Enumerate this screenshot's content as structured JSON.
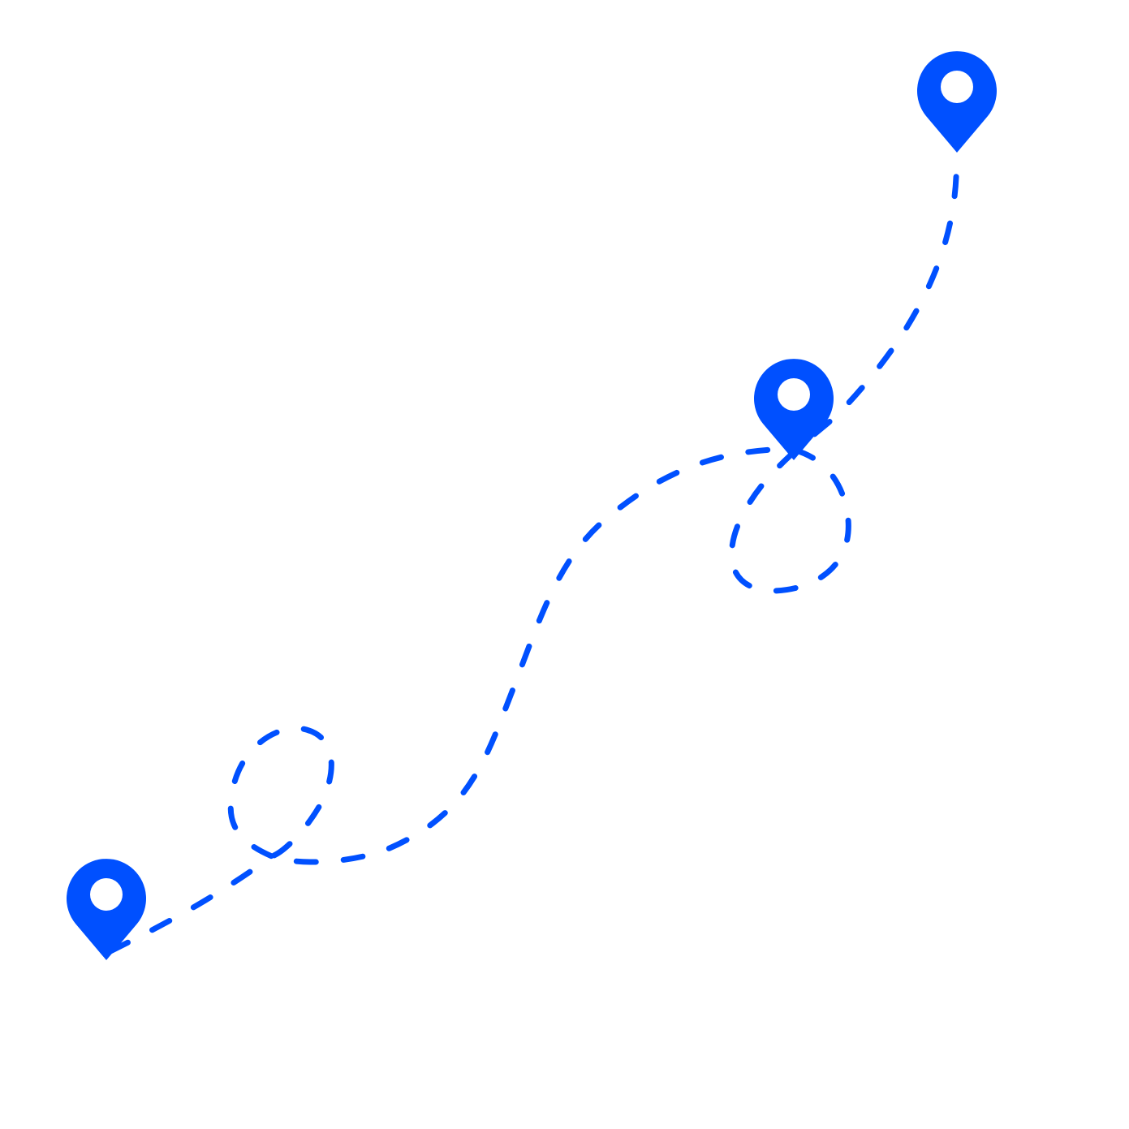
{
  "colors": {
    "accent": "#0050FF",
    "background": "#FFFFFF"
  },
  "pins": [
    {
      "name": "start",
      "icon": "location-pin-icon"
    },
    {
      "name": "waypoint",
      "icon": "location-pin-icon"
    },
    {
      "name": "destination",
      "icon": "location-pin-icon"
    }
  ],
  "route": {
    "style": "dashed",
    "loops": 2
  }
}
